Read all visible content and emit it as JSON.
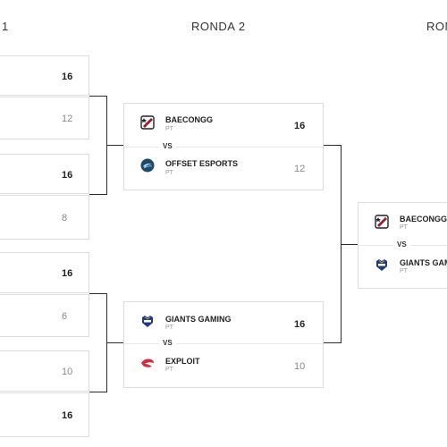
{
  "rounds": [
    {
      "title": "1"
    },
    {
      "title": "RONDA 2"
    },
    {
      "title": "RON"
    }
  ],
  "round1": {
    "scores": [
      "16",
      "12",
      "16",
      "8",
      "16",
      "6",
      "10",
      "16"
    ]
  },
  "round2": {
    "matches": [
      {
        "team1": {
          "name": "BAECONGG",
          "region": "PT",
          "score": "16",
          "logo": "baecongg-logo-icon"
        },
        "vs": "VS",
        "team2": {
          "name": "OFFSET ESPORTS",
          "region": "PT",
          "score": "12",
          "logo": "offset-esports-logo-icon"
        }
      },
      {
        "team1": {
          "name": "GIANTS GAMING",
          "region": "PT",
          "score": "16",
          "logo": "giants-gaming-logo-icon"
        },
        "vs": "VS",
        "team2": {
          "name": "EXPLOIT",
          "region": "PT",
          "score": "10",
          "logo": "exploit-logo-icon"
        }
      }
    ]
  },
  "round3": {
    "team1": {
      "name": "BAECONGG",
      "region": "PT",
      "logo": "baecongg-logo-icon"
    },
    "vs": "VS",
    "team2": {
      "name": "GIANTS GAM",
      "region": "PT",
      "logo": "giants-gaming-logo-icon"
    }
  },
  "colors": {
    "line": "#2b2b2b",
    "border": "#dcdcdc",
    "baecongg": "#9c1c2e",
    "offset": "#1d4a6b",
    "giants": "#1f3d7a",
    "exploit": "#d42a3a"
  }
}
